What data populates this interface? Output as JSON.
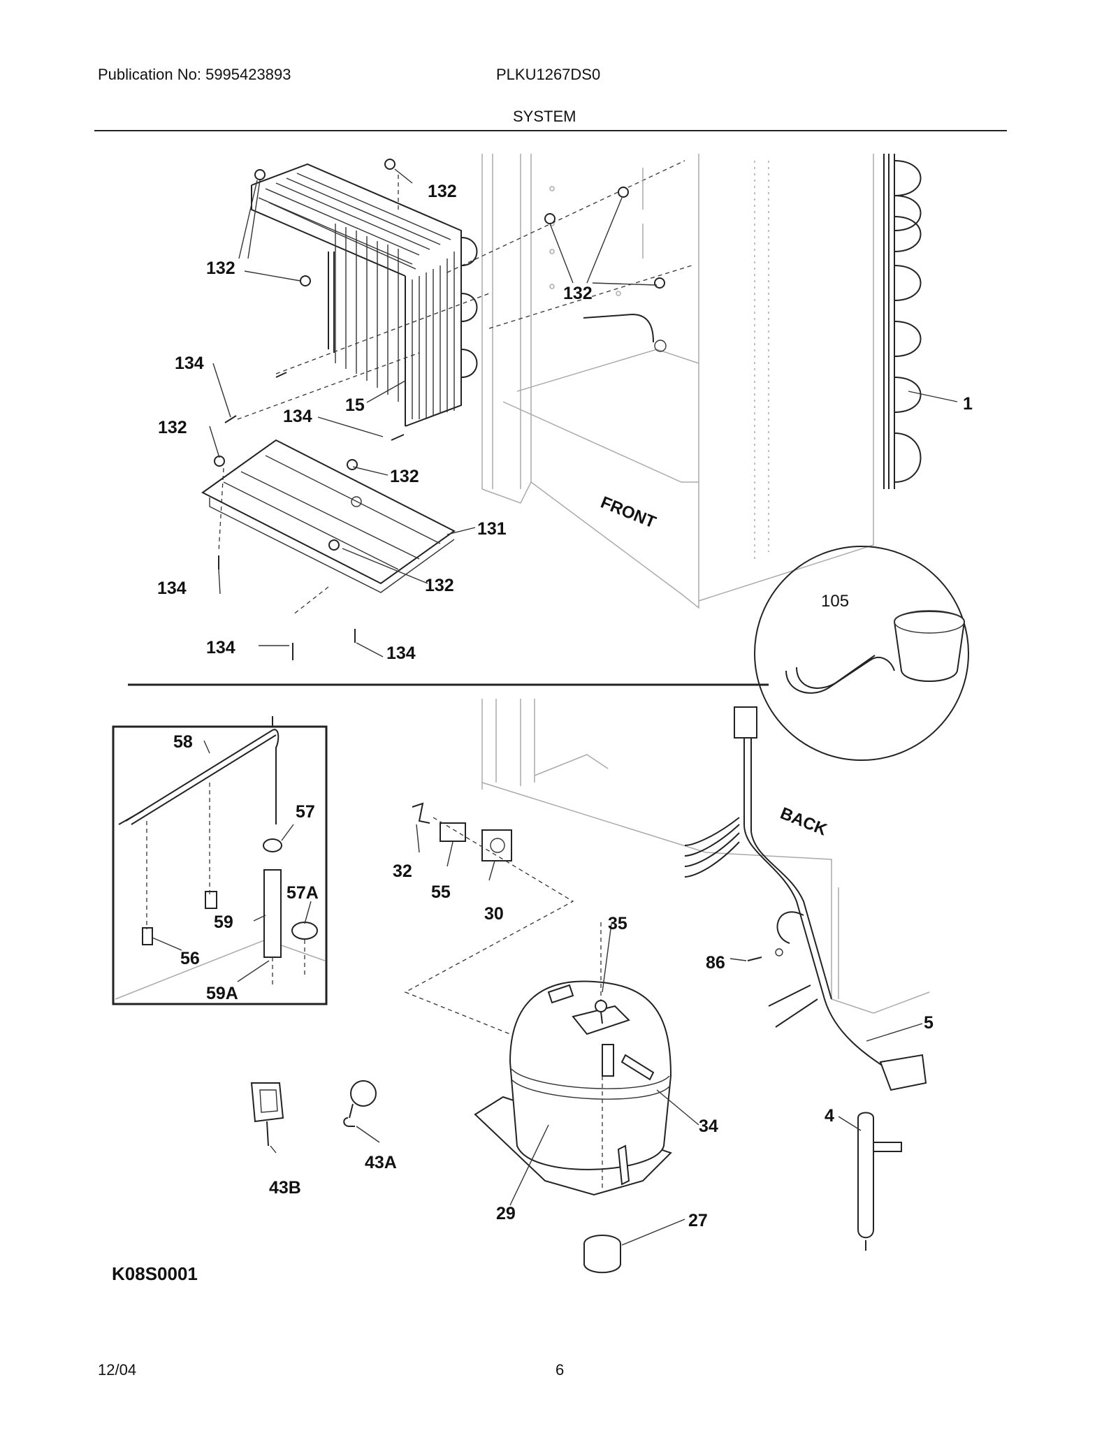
{
  "header": {
    "publication": "Publication No: 5995423893",
    "model": "PLKU1267DS0",
    "section_title": "SYSTEM"
  },
  "callouts": {
    "p132a": "132",
    "p132b": "132",
    "p132c": "132",
    "p132d": "132",
    "p132e": "132",
    "p132f": "132",
    "p134a": "134",
    "p134b": "134",
    "p134c": "134",
    "p134d": "134",
    "p134e": "134",
    "p15": "15",
    "p1": "1",
    "p131": "131",
    "p105": "105",
    "p58": "58",
    "p57": "57",
    "p57a": "57A",
    "p59": "59",
    "p56": "56",
    "p59a": "59A",
    "p32": "32",
    "p55": "55",
    "p30": "30",
    "p35": "35",
    "p86": "86",
    "p5": "5",
    "p34": "34",
    "p4": "4",
    "p29": "29",
    "p27": "27",
    "p43a": "43A",
    "p43b": "43B"
  },
  "words": {
    "front": "FRONT",
    "back": "BACK"
  },
  "figure_code": "K08S0001",
  "footer": {
    "date": "12/04",
    "page": "6"
  }
}
